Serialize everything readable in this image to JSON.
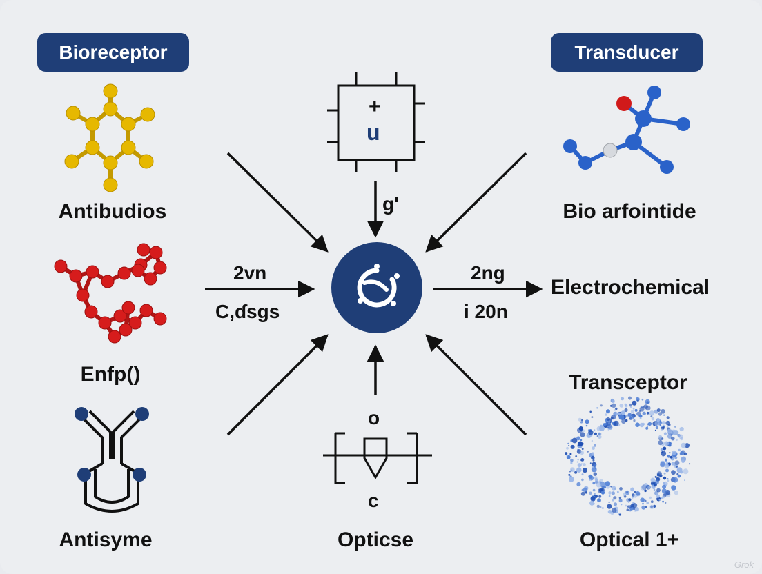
{
  "headers": {
    "left": "Bioreceptor",
    "right": "Transducer"
  },
  "left_items": [
    {
      "label": "Antibudios",
      "icon": "yellow-hexagon-molecule-icon"
    },
    {
      "label": "Enfp()",
      "icon": "red-chain-molecule-icon"
    },
    {
      "label": "Antisyme",
      "icon": "antibody-y-shape-icon"
    }
  ],
  "center_items": {
    "top_label": "g'",
    "top_icon_text_plus": "+",
    "top_icon_text_u": "u",
    "bottom_label": "Opticse",
    "bottom_icon_text_o": "o",
    "bottom_icon_text_c": "c"
  },
  "left_arrow": {
    "top": "2vn",
    "bottom": "C,ɗsgs"
  },
  "right_arrow": {
    "top": "2ng",
    "bottom": "i 20n",
    "target": "Electrochemical"
  },
  "right_items": [
    {
      "label": "Bio arfointide",
      "icon": "blue-ball-stick-molecule-icon"
    },
    {
      "label": "Transceptor"
    },
    {
      "label": "Optical 1+",
      "icon": "blue-particle-ring-icon"
    }
  ],
  "watermark": "Grok",
  "colors": {
    "navy": "#1f3e77",
    "yellow": "#e6b800",
    "red": "#d61c1c",
    "blue": "#2a62c9",
    "dark": "#111111"
  }
}
